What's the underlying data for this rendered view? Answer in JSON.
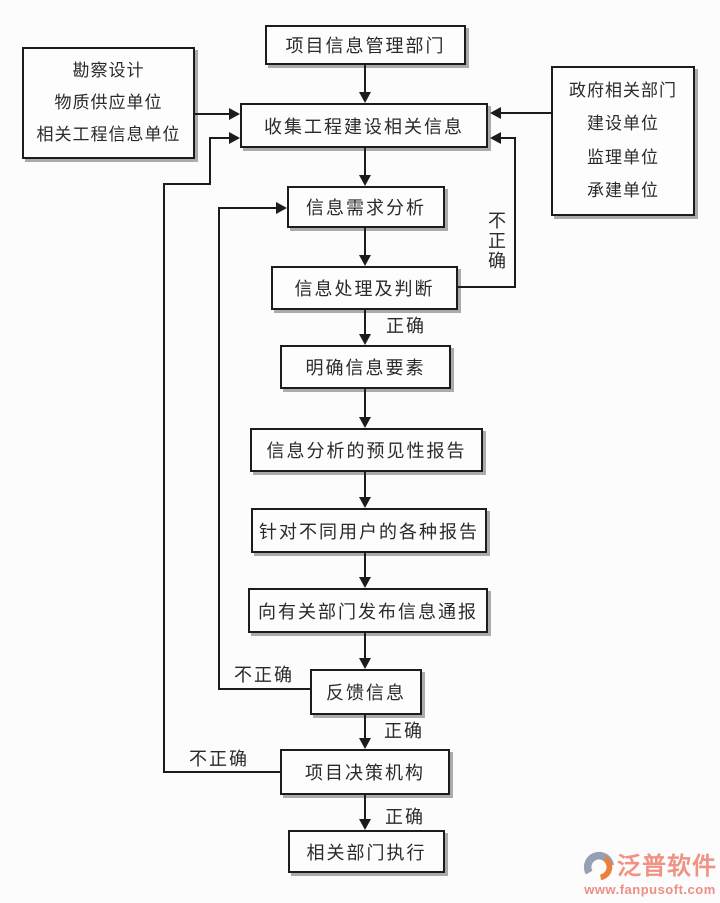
{
  "page": {
    "background": "#fcfcfc",
    "line_color": "#1c1c1c"
  },
  "nodes": {
    "top_dept": {
      "label": "项目信息管理部门"
    },
    "left_sources": {
      "lines": [
        "勘察设计",
        "物质供应单位",
        "相关工程信息单位"
      ]
    },
    "right_sources": {
      "lines": [
        "政府相关部门",
        "建设单位",
        "监理单位",
        "承建单位"
      ]
    },
    "collect": {
      "label": "收集工程建设相关信息"
    },
    "demand_analysis": {
      "label": "信息需求分析"
    },
    "process_judge": {
      "label": "信息处理及判断"
    },
    "clarify_elements": {
      "label": "明确信息要素"
    },
    "predictive_report": {
      "label": "信息分析的预见性报告"
    },
    "user_reports": {
      "label": "针对不同用户的各种报告"
    },
    "publish_bulletin": {
      "label": "向有关部门发布信息通报"
    },
    "feedback": {
      "label": "反馈信息"
    },
    "decision_body": {
      "label": "项目决策机构"
    },
    "execute": {
      "label": "相关部门执行"
    }
  },
  "edge_labels": {
    "correct_after_process": "正确",
    "incorrect_process_loop": "不正确",
    "incorrect_feedback_loop": "不正确",
    "correct_after_feedback": "正确",
    "incorrect_decision_loop": "不正确",
    "correct_after_decision": "正确"
  },
  "watermark": {
    "brand": "泛普软件",
    "url": "www.fanpusoft.com",
    "brand_color": "#ef9384",
    "url_color": "#ec8f85",
    "logo_gray": "#95a0b5",
    "logo_orange": "#ee7e3e"
  }
}
